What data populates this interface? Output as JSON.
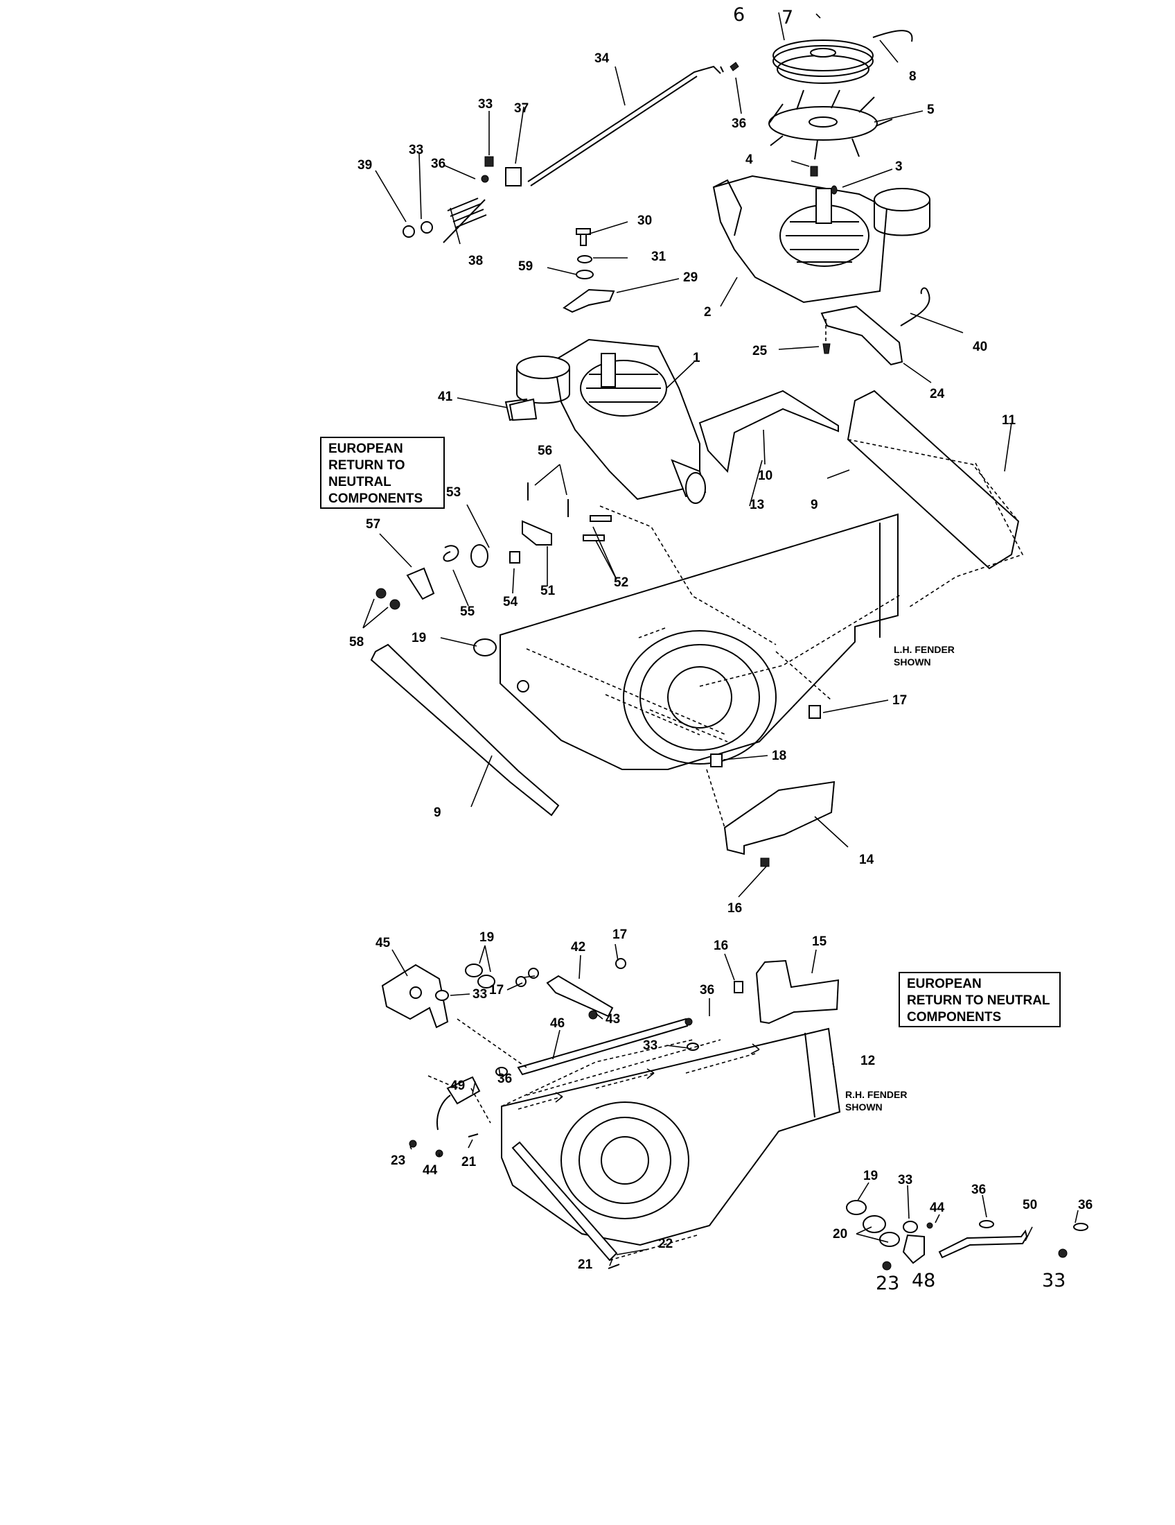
{
  "notes": {
    "european_box_left": "EUROPEAN\nRETURN TO\nNEUTRAL\nCOMPONENTS",
    "european_box_right": "EUROPEAN\nRETURN TO NEUTRAL\nCOMPONENTS",
    "lh_fender": "L.H. FENDER",
    "lh_shown": "SHOWN",
    "rh_fender": "R.H. FENDER",
    "rh_shown": "SHOWN"
  },
  "callouts": [
    {
      "id": "c6",
      "text": "6",
      "style": "hand"
    },
    {
      "id": "c7",
      "text": "7",
      "style": "hand"
    },
    {
      "id": "c8",
      "text": "8"
    },
    {
      "id": "c5",
      "text": "5"
    },
    {
      "id": "c36a",
      "text": "36"
    },
    {
      "id": "c34",
      "text": "34"
    },
    {
      "id": "c33a",
      "text": "33"
    },
    {
      "id": "c37",
      "text": "37"
    },
    {
      "id": "c33b",
      "text": "33"
    },
    {
      "id": "c36b",
      "text": "36"
    },
    {
      "id": "c39",
      "text": "39"
    },
    {
      "id": "c38",
      "text": "38"
    },
    {
      "id": "c4",
      "text": "4"
    },
    {
      "id": "c3",
      "text": "3"
    },
    {
      "id": "c30",
      "text": "30"
    },
    {
      "id": "c31",
      "text": "31"
    },
    {
      "id": "c59",
      "text": "59"
    },
    {
      "id": "c29",
      "text": "29"
    },
    {
      "id": "c2",
      "text": "2"
    },
    {
      "id": "c40",
      "text": "40"
    },
    {
      "id": "c25",
      "text": "25"
    },
    {
      "id": "c24",
      "text": "24"
    },
    {
      "id": "c1",
      "text": "1"
    },
    {
      "id": "c41",
      "text": "41"
    },
    {
      "id": "c11",
      "text": "11"
    },
    {
      "id": "c56",
      "text": "56"
    },
    {
      "id": "c10",
      "text": "10"
    },
    {
      "id": "c9a",
      "text": "9"
    },
    {
      "id": "c13",
      "text": "13"
    },
    {
      "id": "c53",
      "text": "53"
    },
    {
      "id": "c57",
      "text": "57"
    },
    {
      "id": "c55",
      "text": "55"
    },
    {
      "id": "c54",
      "text": "54"
    },
    {
      "id": "c51",
      "text": "51"
    },
    {
      "id": "c52",
      "text": "52"
    },
    {
      "id": "c58",
      "text": "58"
    },
    {
      "id": "c19a",
      "text": "19"
    },
    {
      "id": "c17a",
      "text": "17"
    },
    {
      "id": "c18",
      "text": "18"
    },
    {
      "id": "c9b",
      "text": "9"
    },
    {
      "id": "c14",
      "text": "14"
    },
    {
      "id": "c16a",
      "text": "16"
    },
    {
      "id": "c19b",
      "text": "19"
    },
    {
      "id": "c45",
      "text": "45"
    },
    {
      "id": "c33c",
      "text": "33"
    },
    {
      "id": "c17b",
      "text": "17"
    },
    {
      "id": "c42",
      "text": "42"
    },
    {
      "id": "c17c",
      "text": "17"
    },
    {
      "id": "c16b",
      "text": "16"
    },
    {
      "id": "c15",
      "text": "15"
    },
    {
      "id": "c36c",
      "text": "36"
    },
    {
      "id": "c43",
      "text": "43"
    },
    {
      "id": "c46",
      "text": "46"
    },
    {
      "id": "c33d",
      "text": "33"
    },
    {
      "id": "c12",
      "text": "12"
    },
    {
      "id": "c49",
      "text": "49"
    },
    {
      "id": "c36d",
      "text": "36"
    },
    {
      "id": "c23a",
      "text": "23"
    },
    {
      "id": "c44a",
      "text": "44"
    },
    {
      "id": "c21a",
      "text": "21"
    },
    {
      "id": "c22",
      "text": "22"
    },
    {
      "id": "c21b",
      "text": "21"
    },
    {
      "id": "c19c",
      "text": "19"
    },
    {
      "id": "c33e",
      "text": "33"
    },
    {
      "id": "c44b",
      "text": "44"
    },
    {
      "id": "c36e",
      "text": "36"
    },
    {
      "id": "c50",
      "text": "50"
    },
    {
      "id": "c36f",
      "text": "36"
    },
    {
      "id": "c20",
      "text": "20"
    },
    {
      "id": "c23b",
      "text": "23",
      "style": "hand"
    },
    {
      "id": "c48",
      "text": "48",
      "style": "hand"
    },
    {
      "id": "c33f",
      "text": "33",
      "style": "hand"
    }
  ]
}
